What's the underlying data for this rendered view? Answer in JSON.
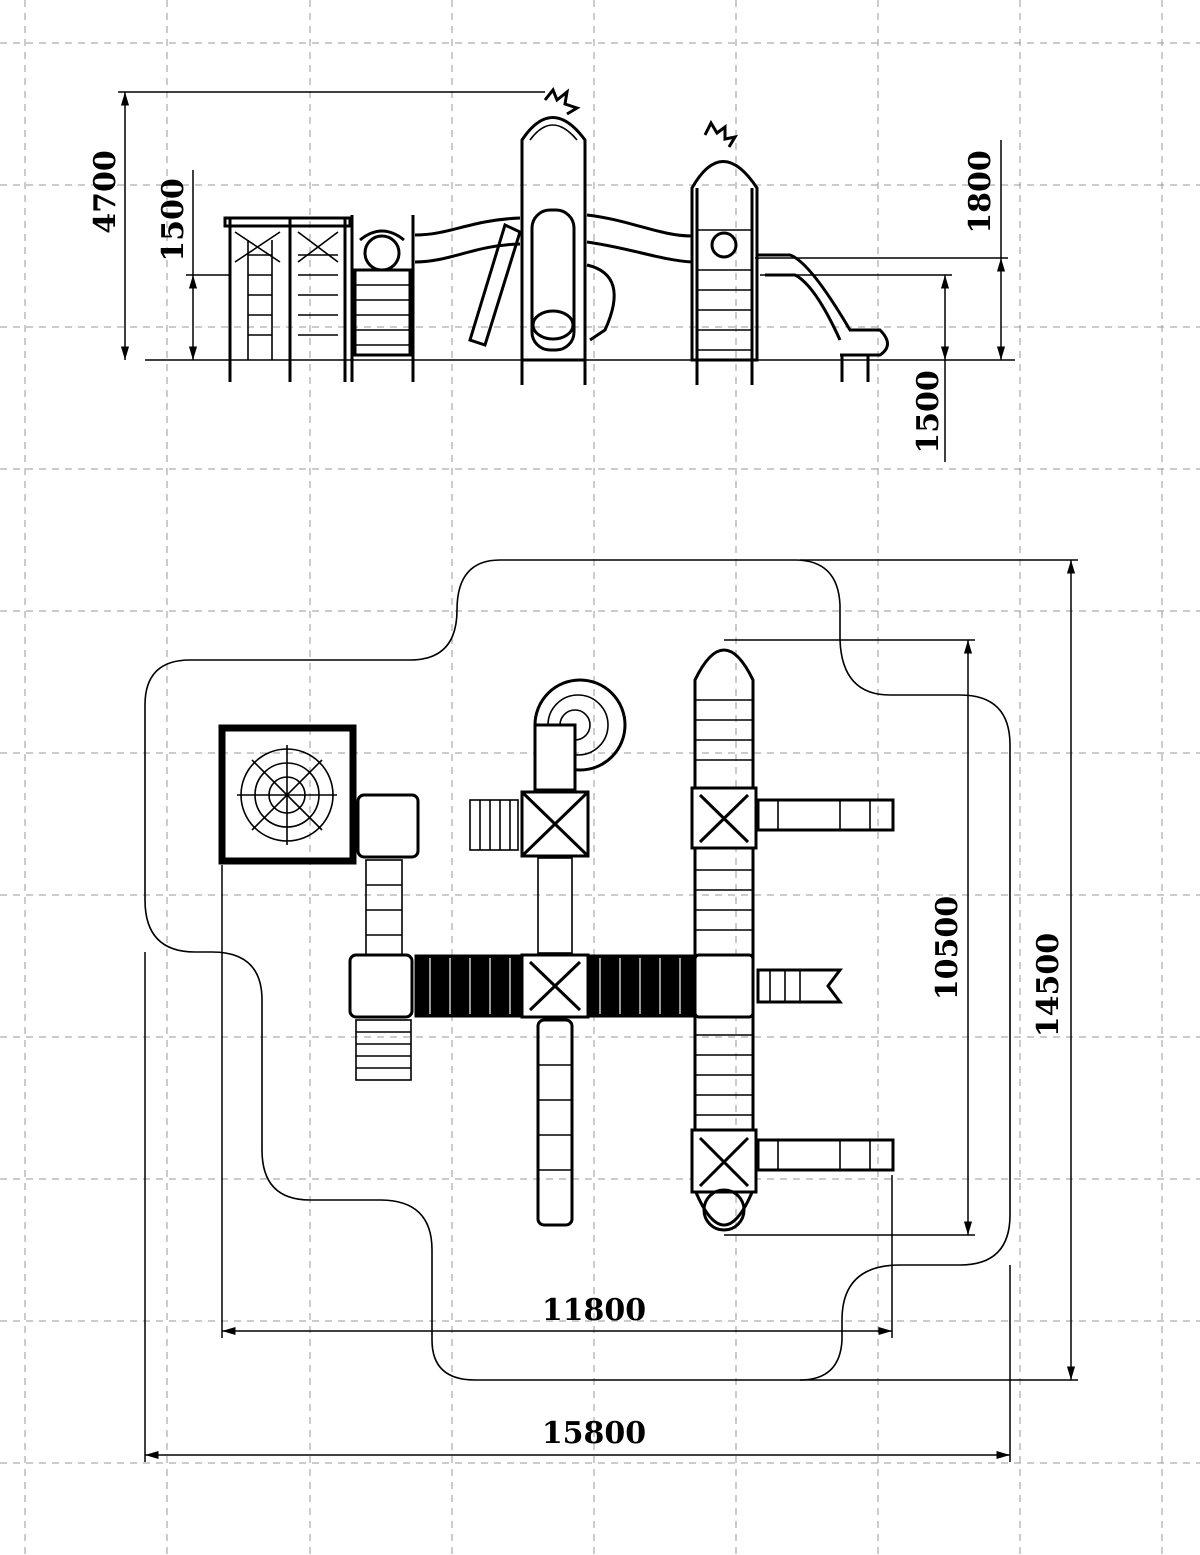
{
  "drawing": {
    "elevation_dimensions": {
      "total_height": "4700",
      "platform_height_left": "1500",
      "tower_roof_height": "1800",
      "slide_exit_height": "1500"
    },
    "plan_dimensions": {
      "equipment_depth": "10500",
      "zone_depth": "14500",
      "equipment_width": "11800",
      "zone_width": "15800"
    }
  }
}
